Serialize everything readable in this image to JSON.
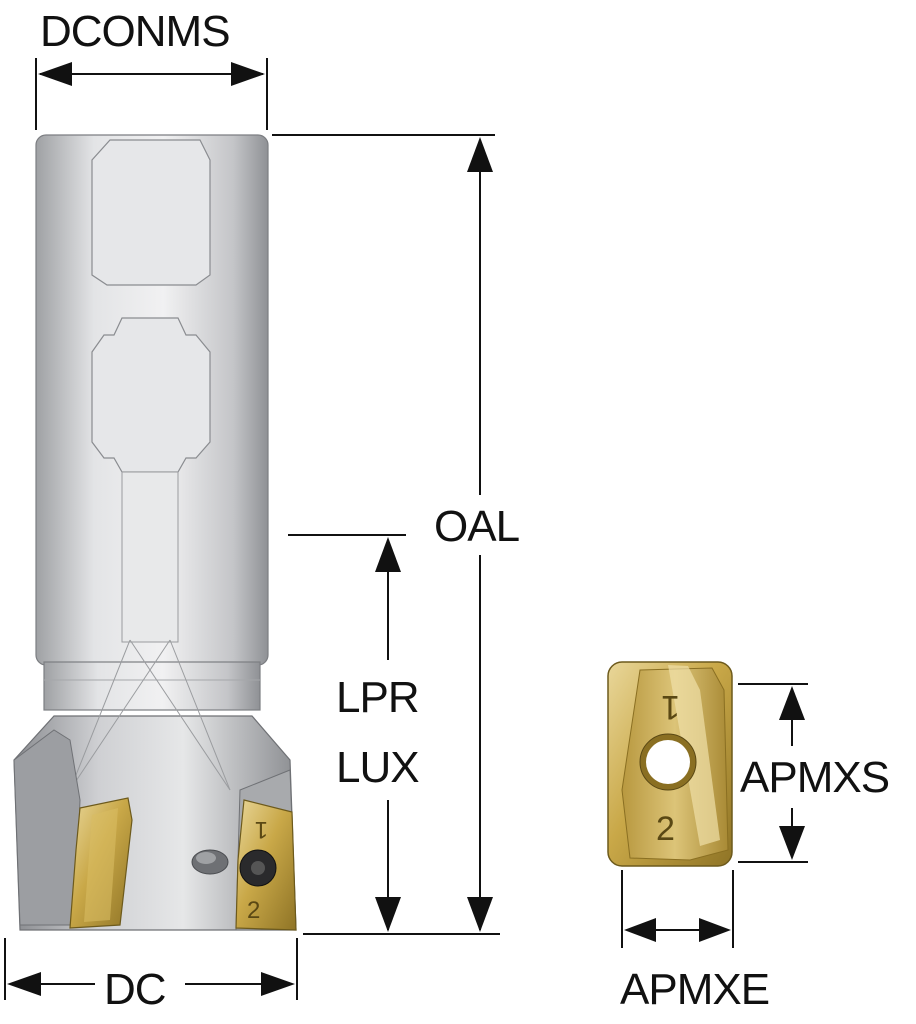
{
  "dimensions": {
    "dconms": "DCONMS",
    "oal": "OAL",
    "lpr": "LPR",
    "lux": "LUX",
    "apmxs": "APMXS",
    "dc": "DC",
    "apmxe": "APMXE"
  },
  "insert_marks": {
    "mark_1": "1",
    "mark_2": "2"
  },
  "colors": {
    "body_steel": "#cfd0d2",
    "insert_gold": "#c9a848",
    "line": "#111111"
  }
}
